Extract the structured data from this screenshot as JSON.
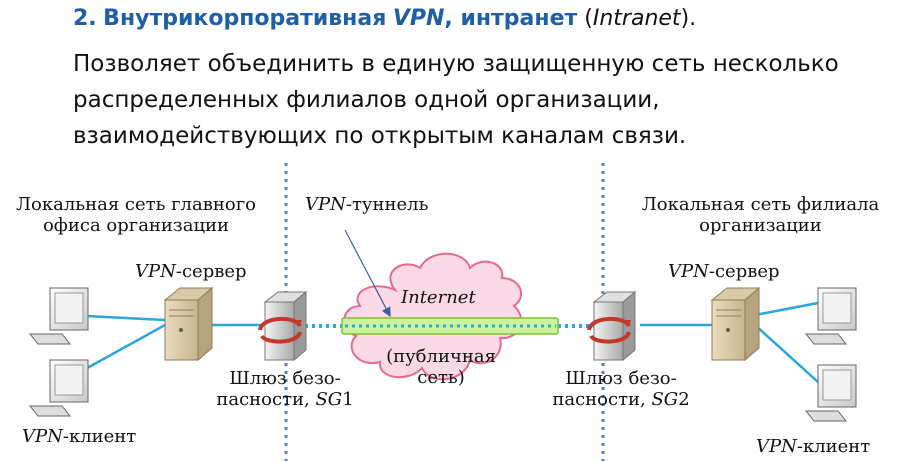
{
  "heading": {
    "number": "2.",
    "bold_text": "Внутрикорпоративная",
    "vpn": "VPN",
    "bold_text2": ", интранет",
    "paren_open": " (",
    "intranet": "Intranet",
    "paren_close": ")."
  },
  "description": "Позволяет объединить в единую защищенную сеть несколько распределенных филиалов одной организации, взаимодействующих по открытым каналам связи.",
  "diagram": {
    "left_network_line1": "Локальная сеть главного",
    "left_network_line2": "офиса организации",
    "right_network_line1": "Локальная сеть филиала",
    "right_network_line2": "организации",
    "vpn_prefix": "VPN",
    "server_suffix": "-сервер",
    "client_suffix": "-клиент",
    "tunnel_suffix": "-туннель",
    "internet": "Internet",
    "public_network_line1": "(публичная",
    "public_network_line2": "сеть)",
    "gateway_line1": "Шлюз безо-",
    "gateway_line2_prefix": "пасности, ",
    "sg_prefix": "SG",
    "sg1_num": "1",
    "sg2_num": "2",
    "colors": {
      "heading": "#1f5fa8",
      "link_line": "#2aa7df",
      "cloud_fill": "#fcd9e6",
      "cloud_stroke": "#e56b8f",
      "tunnel_fill": "#cdf39a",
      "divider": "#4a7fd0"
    }
  }
}
